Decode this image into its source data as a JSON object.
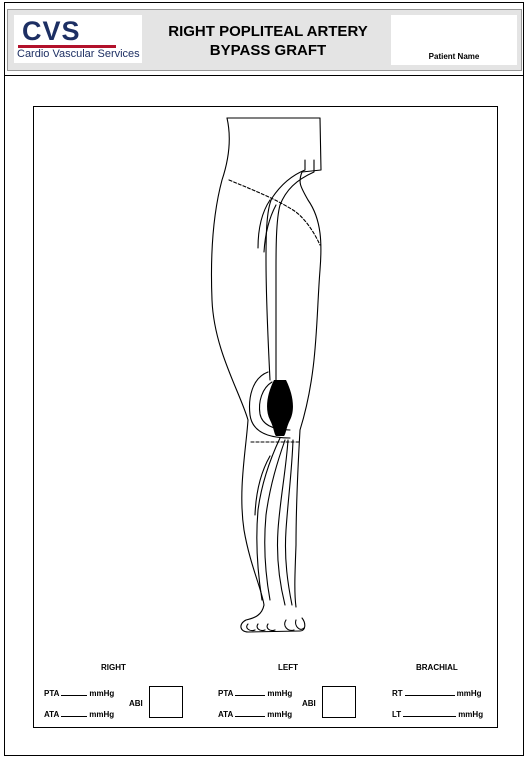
{
  "header": {
    "logo_text": "CVS",
    "logo_subtext": "Cardio Vascular Services",
    "title_line1": "RIGHT POPLITEAL ARTERY",
    "title_line2": "BYPASS GRAFT",
    "patient_name_label": "Patient Name"
  },
  "colors": {
    "brand_blue": "#1d2f63",
    "brand_red": "#b2112b",
    "header_gray": "#e4e4e4"
  },
  "form": {
    "right": {
      "title": "RIGHT",
      "pta": "PTA",
      "ata": "ATA",
      "unit": "mmHg",
      "abi": "ABI"
    },
    "left": {
      "title": "LEFT",
      "pta": "PTA",
      "ata": "ATA",
      "unit": "mmHg",
      "abi": "ABI"
    },
    "brachial": {
      "title": "BRACHIAL",
      "rt": "RT",
      "lt": "LT",
      "unit": "mmHg"
    }
  }
}
